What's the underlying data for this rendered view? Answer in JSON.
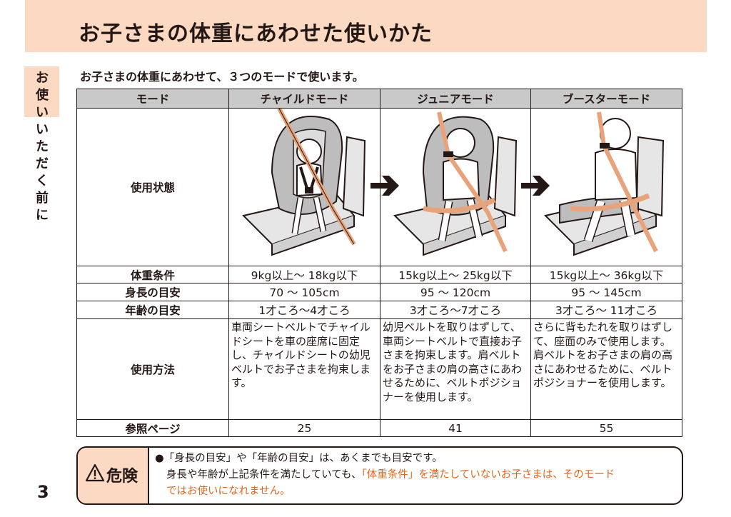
{
  "header": {
    "title": "お子さまの体重にあわせた使いかた"
  },
  "side_tab": {
    "label": [
      "お",
      "使",
      "い",
      "い",
      "た",
      "だ",
      "く",
      "前",
      "に"
    ]
  },
  "page_number": "3",
  "intro": "お子さまの体重にあわせて、３つのモードで使います。",
  "table": {
    "headers": [
      "モード",
      "チャイルドモード",
      "ジュニアモード",
      "ブースターモード"
    ],
    "rows": {
      "usage_state": {
        "label": "使用状態"
      },
      "weight": {
        "label": "体重条件",
        "values": [
          "9kg以上～ 18kg以下",
          "15kg以上～ 25kg以下",
          "15kg以上～ 36kg以下"
        ]
      },
      "height": {
        "label": "身長の目安",
        "values": [
          "70 ～ 105cm",
          "95 ～ 120cm",
          "95 ～ 145cm"
        ]
      },
      "age": {
        "label": "年齢の目安",
        "values": [
          "1才ころ～4才ころ",
          "3才ころ～7才ころ",
          "3才ころ～ 11才ころ"
        ]
      },
      "method": {
        "label": "使用方法",
        "values": [
          "車両シートベルトでチャイルドシートを車の座席に固定し、チャイルドシートの幼児ベルトでお子さまを拘束します。",
          "幼児ベルトを取りはずして、車両シートベルトで直接お子さまを拘束します。肩ベルトをお子さまの肩の高さにあわせるために、ベルトポジショナーを使用します。",
          "さらに背もたれを取りはずして、座面のみで使用します。肩ベルトをお子さまの肩の高さにあわせるために、ベルトポジショナーを使用します。"
        ]
      },
      "ref_page": {
        "label": "参照ページ",
        "values": [
          "25",
          "41",
          "55"
        ]
      }
    }
  },
  "danger": {
    "label": "危険",
    "line1": "●「身長の目安」や「年齢の目安」は、あくまでも目安です。",
    "line2_normal": "身長や年齢が上記条件を満たしていても、",
    "line2_orange": "「体重条件」を満たしていないお子さまは、そのモード",
    "line3_orange": "ではお使いになれません。"
  },
  "colors": {
    "accent_band": "#fbd9c2",
    "header_cell": "#c9c9c9",
    "belt": "#e8a37a",
    "warning_text": "#e4661e"
  }
}
